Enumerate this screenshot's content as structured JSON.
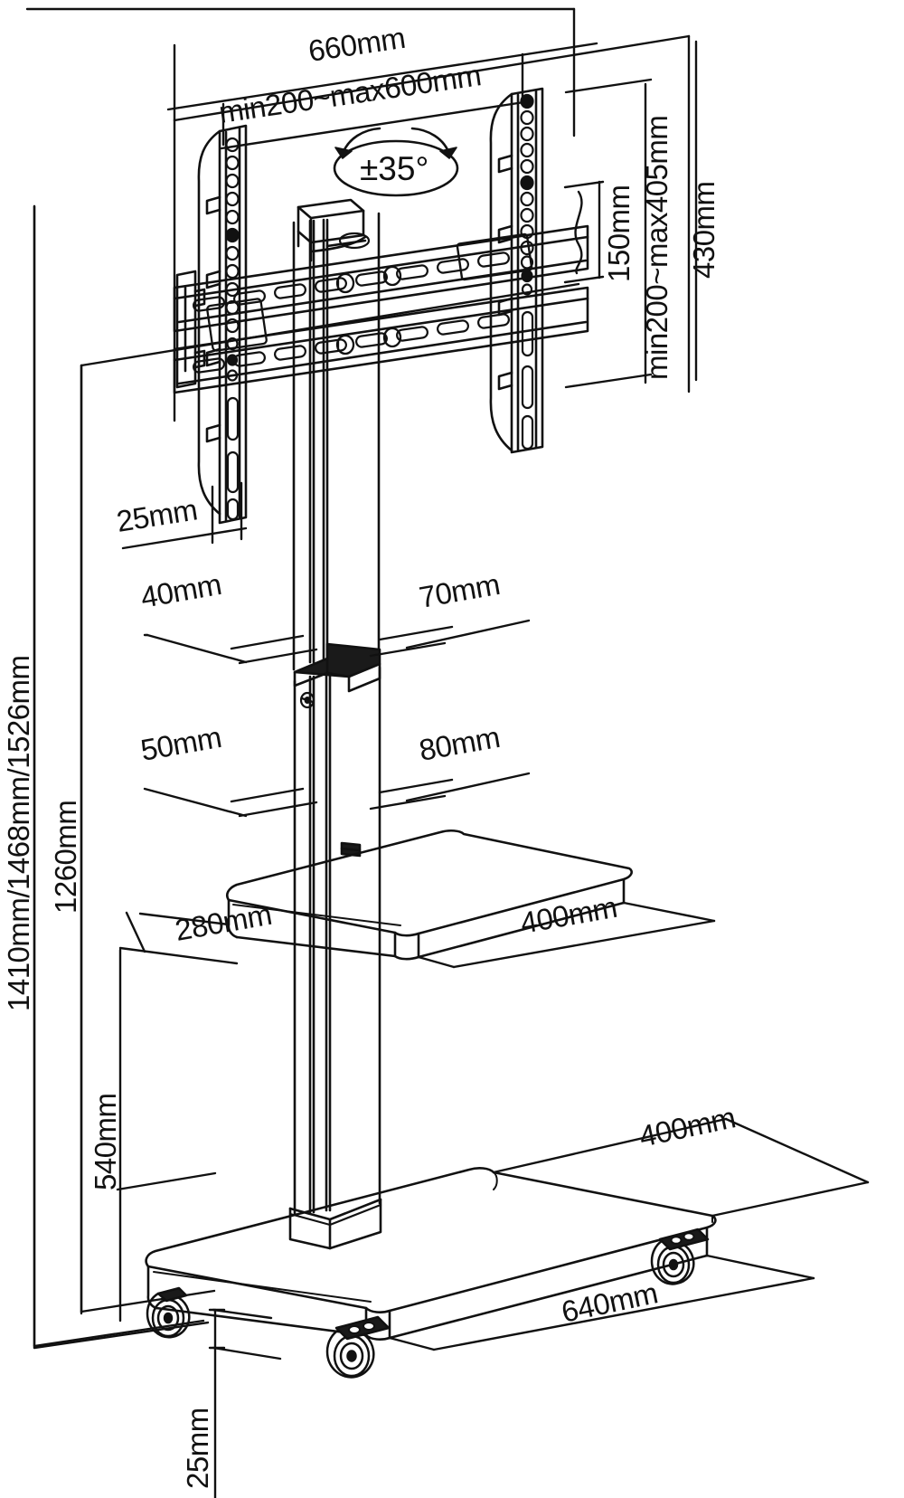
{
  "drawing": {
    "title": "Mobile TV Cart / Trolley Dimensioned Technical Drawing",
    "units": "mm",
    "view": "isometric-line-drawing",
    "line_color": "#111111",
    "background_color": "#ffffff"
  },
  "dimensions": {
    "bracket_width": "660mm",
    "vesa_width_range": "min200~max600mm",
    "tilt_angle": "±35°",
    "vesa_bar_gap": "150mm",
    "vesa_height_range": "min200~max405mm",
    "bracket_height": "430mm",
    "bracket_offset": "25mm",
    "column_depth_upper": "40mm",
    "column_width_upper": "70mm",
    "column_depth_lower": "50mm",
    "column_width_lower": "80mm",
    "shelf_depth": "280mm",
    "shelf_width": "400mm",
    "base_depth": "400mm",
    "base_width": "640mm",
    "base_thickness": "25mm",
    "shelf_height": "540mm",
    "column_height": "1260mm",
    "total_heights": "1410mm/1468mm/1526mm"
  },
  "labels": [
    {
      "id": "l-660",
      "text": "660mm",
      "name": "dimension-label-bracket-width"
    },
    {
      "id": "l-vesaw",
      "text": "min200~max600mm",
      "name": "dimension-label-vesa-width-range"
    },
    {
      "id": "l-angle",
      "text": "±35°",
      "name": "tilt-angle-label"
    },
    {
      "id": "l-150",
      "text": "150mm",
      "name": "dimension-label-vesa-bar-gap"
    },
    {
      "id": "l-vesah",
      "text": "min200~max405mm",
      "name": "dimension-label-vesa-height-range"
    },
    {
      "id": "l-430",
      "text": "430mm",
      "name": "dimension-label-bracket-height"
    },
    {
      "id": "l-25a",
      "text": "25mm",
      "name": "dimension-label-bracket-offset"
    },
    {
      "id": "l-40",
      "text": "40mm",
      "name": "dimension-label-column-depth-upper"
    },
    {
      "id": "l-70",
      "text": "70mm",
      "name": "dimension-label-column-width-upper"
    },
    {
      "id": "l-50",
      "text": "50mm",
      "name": "dimension-label-column-depth-lower"
    },
    {
      "id": "l-80",
      "text": "80mm",
      "name": "dimension-label-column-width-lower"
    },
    {
      "id": "l-280",
      "text": "280mm",
      "name": "dimension-label-shelf-depth"
    },
    {
      "id": "l-400s",
      "text": "400mm",
      "name": "dimension-label-shelf-width"
    },
    {
      "id": "l-400b",
      "text": "400mm",
      "name": "dimension-label-base-depth"
    },
    {
      "id": "l-640",
      "text": "640mm",
      "name": "dimension-label-base-width"
    },
    {
      "id": "l-25b",
      "text": "25mm",
      "name": "dimension-label-base-thickness"
    },
    {
      "id": "l-540",
      "text": "540mm",
      "name": "dimension-label-shelf-height"
    },
    {
      "id": "l-1260",
      "text": "1260mm",
      "name": "dimension-label-column-height"
    },
    {
      "id": "l-total",
      "text": "1410mm/1468mm/1526mm",
      "name": "dimension-label-total-height"
    }
  ],
  "parts": [
    {
      "name": "tv-mount-bracket",
      "label": "TV mount bracket plate"
    },
    {
      "name": "vesa-rail-left",
      "label": "Left VESA rail"
    },
    {
      "name": "vesa-rail-right",
      "label": "Right VESA rail"
    },
    {
      "name": "tilt-mechanism",
      "label": "Tilt mechanism ±35°"
    },
    {
      "name": "camera-shelf-clamp",
      "label": "Top accessory clamp"
    },
    {
      "name": "vertical-column-upper",
      "label": "Upper column 40x70"
    },
    {
      "name": "vertical-column-lower",
      "label": "Lower column 50x80"
    },
    {
      "name": "column-joint",
      "label": "Column telescoping joint"
    },
    {
      "name": "av-shelf",
      "label": "AV shelf 400x280"
    },
    {
      "name": "base-plate",
      "label": "Base plate 640x400"
    },
    {
      "name": "caster-front-left",
      "label": "Front left caster"
    },
    {
      "name": "caster-front-right",
      "label": "Front right caster"
    },
    {
      "name": "caster-rear-right",
      "label": "Rear right caster"
    }
  ]
}
